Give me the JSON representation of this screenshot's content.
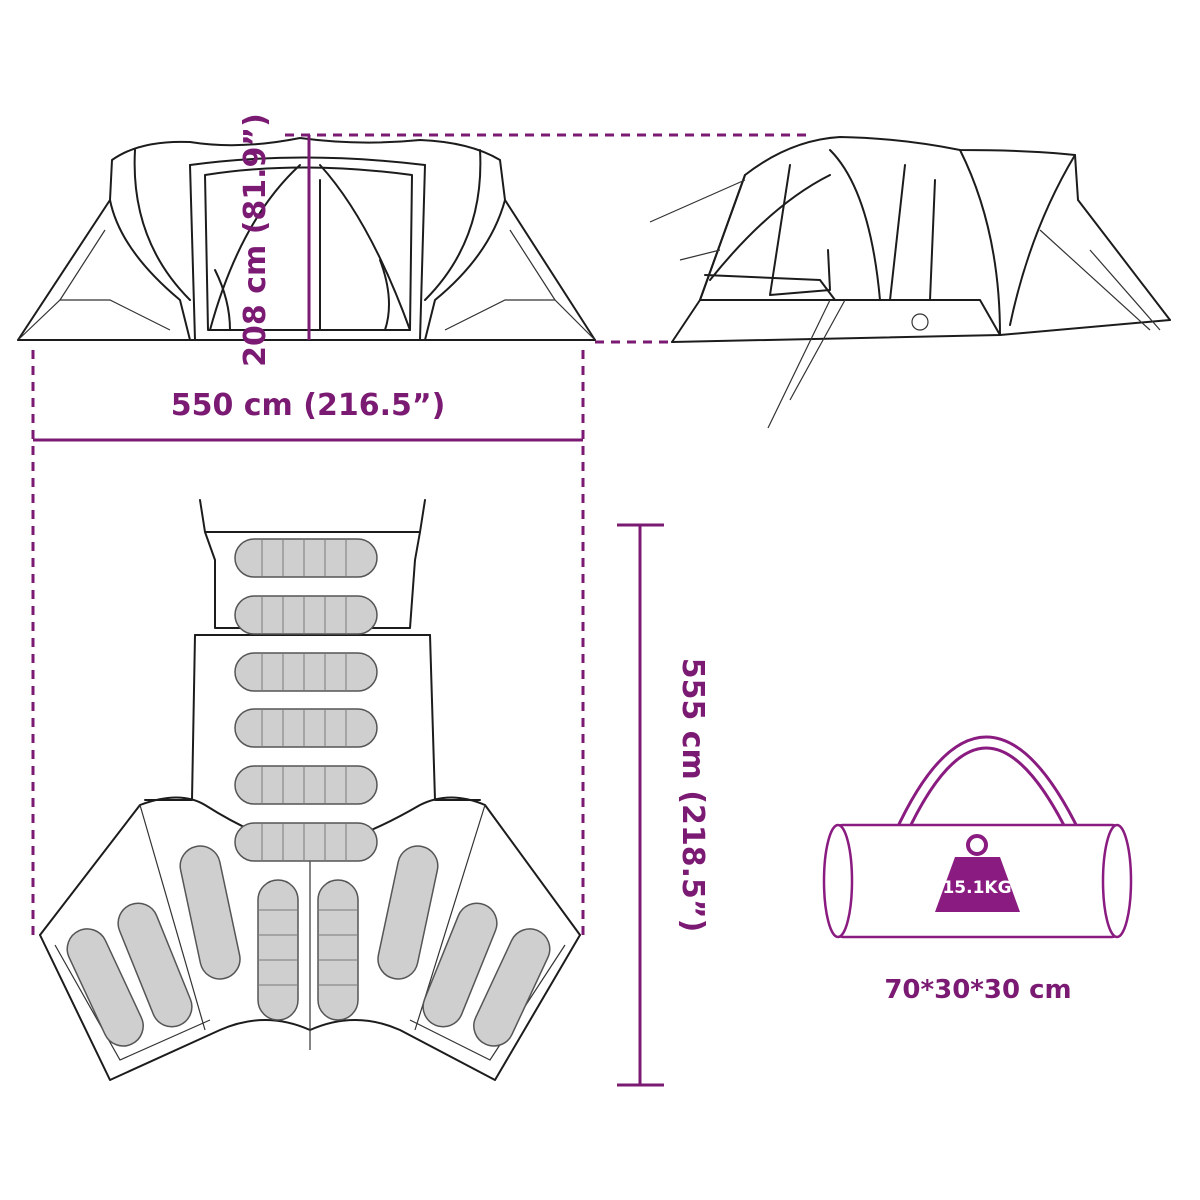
{
  "dimensions": {
    "width_label": "550 cm (216.5”)",
    "height_label": "208 cm (81.9”)",
    "depth_label": "555 cm (218.5”)"
  },
  "bag": {
    "weight_label": "15.1KG",
    "size_label": "70*30*30 cm"
  },
  "colors": {
    "accent": "#7b1a73",
    "bag_stroke": "#8a1b80",
    "line_art": "#1c1c1c"
  }
}
